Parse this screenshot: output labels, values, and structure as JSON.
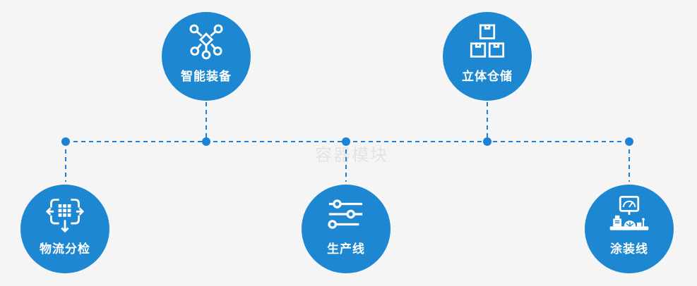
{
  "watermark": "容器模块",
  "colors": {
    "node_fill": "#1e87d1",
    "connector": "#1b82d6",
    "background": "#f5f5f6",
    "label_text": "#ffffff",
    "watermark_text": "#e3e3e4"
  },
  "diagram": {
    "type": "node-connector-infographic",
    "connector_style": "dashed-with-dots",
    "nodes": [
      {
        "id": "smart-equipment",
        "label": "智能装备",
        "icon": "network-nodes-icon",
        "position": "top-left"
      },
      {
        "id": "stereoscopic-warehouse",
        "label": "立体仓储",
        "icon": "stacked-boxes-icon",
        "position": "top-right"
      },
      {
        "id": "logistics-sorting",
        "label": "物流分检",
        "icon": "distribute-arrows-icon",
        "position": "bottom-left"
      },
      {
        "id": "production-line",
        "label": "生产线",
        "icon": "sliders-icon",
        "position": "bottom-center"
      },
      {
        "id": "painting-line",
        "label": "涂装线",
        "icon": "machine-monitor-icon",
        "position": "bottom-right"
      }
    ]
  }
}
